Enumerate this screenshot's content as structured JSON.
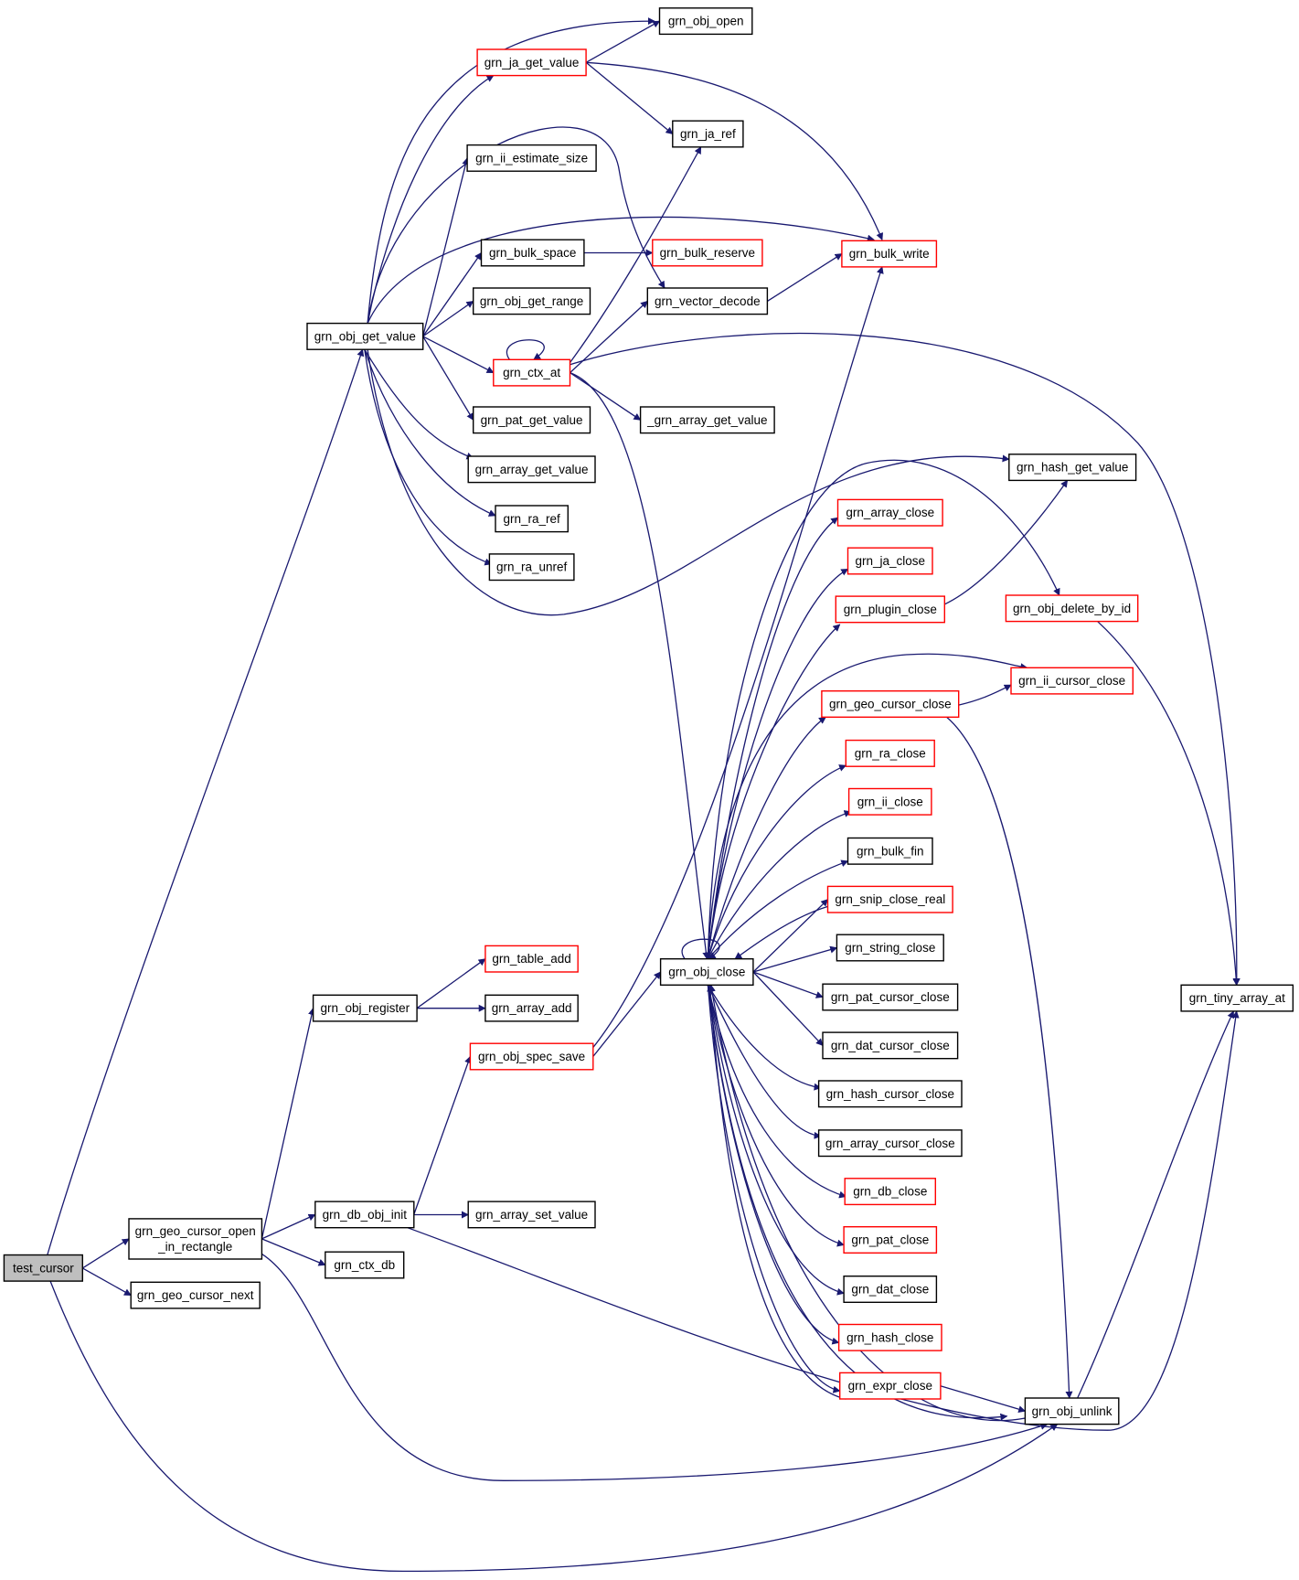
{
  "colors": {
    "edge": "#191970",
    "node_border": "#000000",
    "node_border_truncated": "#ff0000",
    "root_fill": "#bfbfbf",
    "text": "#000000"
  },
  "nodes": [
    {
      "id": "test_cursor",
      "label": "test_cursor",
      "kind": "root"
    },
    {
      "id": "geo_open",
      "label": "grn_geo_cursor_open",
      "label2": "_in_rectangle",
      "kind": "normal"
    },
    {
      "id": "geo_next",
      "label": "grn_geo_cursor_next",
      "kind": "normal"
    },
    {
      "id": "obj_get_value",
      "label": "grn_obj_get_value",
      "kind": "normal"
    },
    {
      "id": "obj_register",
      "label": "grn_obj_register",
      "kind": "normal"
    },
    {
      "id": "db_obj_init",
      "label": "grn_db_obj_init",
      "kind": "normal"
    },
    {
      "id": "ctx_db",
      "label": "grn_ctx_db",
      "kind": "normal"
    },
    {
      "id": "obj_open",
      "label": "grn_obj_open",
      "kind": "normal"
    },
    {
      "id": "ja_get_value",
      "label": "grn_ja_get_value",
      "kind": "truncated"
    },
    {
      "id": "ja_ref",
      "label": "grn_ja_ref",
      "kind": "normal"
    },
    {
      "id": "ii_estimate_size",
      "label": "grn_ii_estimate_size",
      "kind": "normal"
    },
    {
      "id": "bulk_space",
      "label": "grn_bulk_space",
      "kind": "normal"
    },
    {
      "id": "bulk_reserve",
      "label": "grn_bulk_reserve",
      "kind": "truncated"
    },
    {
      "id": "bulk_write",
      "label": "grn_bulk_write",
      "kind": "truncated"
    },
    {
      "id": "obj_get_range",
      "label": "grn_obj_get_range",
      "kind": "normal"
    },
    {
      "id": "vector_decode",
      "label": "grn_vector_decode",
      "kind": "normal"
    },
    {
      "id": "ctx_at",
      "label": "grn_ctx_at",
      "kind": "truncated"
    },
    {
      "id": "_array_get_value",
      "label": "_grn_array_get_value",
      "kind": "normal"
    },
    {
      "id": "pat_get_value",
      "label": "grn_pat_get_value",
      "kind": "normal"
    },
    {
      "id": "array_get_value",
      "label": "grn_array_get_value",
      "kind": "normal"
    },
    {
      "id": "ra_ref",
      "label": "grn_ra_ref",
      "kind": "normal"
    },
    {
      "id": "ra_unref",
      "label": "grn_ra_unref",
      "kind": "normal"
    },
    {
      "id": "hash_get_value",
      "label": "grn_hash_get_value",
      "kind": "normal"
    },
    {
      "id": "array_close",
      "label": "grn_array_close",
      "kind": "truncated"
    },
    {
      "id": "ja_close",
      "label": "grn_ja_close",
      "kind": "truncated"
    },
    {
      "id": "plugin_close",
      "label": "grn_plugin_close",
      "kind": "truncated"
    },
    {
      "id": "obj_delete_by_id",
      "label": "grn_obj_delete_by_id",
      "kind": "truncated"
    },
    {
      "id": "ii_cursor_close",
      "label": "grn_ii_cursor_close",
      "kind": "truncated"
    },
    {
      "id": "geo_cursor_close",
      "label": "grn_geo_cursor_close",
      "kind": "truncated"
    },
    {
      "id": "ra_close",
      "label": "grn_ra_close",
      "kind": "truncated"
    },
    {
      "id": "ii_close",
      "label": "grn_ii_close",
      "kind": "truncated"
    },
    {
      "id": "bulk_fin",
      "label": "grn_bulk_fin",
      "kind": "normal"
    },
    {
      "id": "snip_close_real",
      "label": "grn_snip_close_real",
      "kind": "truncated"
    },
    {
      "id": "string_close",
      "label": "grn_string_close",
      "kind": "normal"
    },
    {
      "id": "obj_close",
      "label": "grn_obj_close",
      "kind": "normal"
    },
    {
      "id": "table_add",
      "label": "grn_table_add",
      "kind": "truncated"
    },
    {
      "id": "array_add",
      "label": "grn_array_add",
      "kind": "normal"
    },
    {
      "id": "obj_spec_save",
      "label": "grn_obj_spec_save",
      "kind": "truncated"
    },
    {
      "id": "pat_cursor_close",
      "label": "grn_pat_cursor_close",
      "kind": "normal"
    },
    {
      "id": "dat_cursor_close",
      "label": "grn_dat_cursor_close",
      "kind": "normal"
    },
    {
      "id": "hash_cursor_close",
      "label": "grn_hash_cursor_close",
      "kind": "normal"
    },
    {
      "id": "array_cursor_close",
      "label": "grn_array_cursor_close",
      "kind": "normal"
    },
    {
      "id": "array_set_value",
      "label": "grn_array_set_value",
      "kind": "normal"
    },
    {
      "id": "db_close",
      "label": "grn_db_close",
      "kind": "truncated"
    },
    {
      "id": "pat_close",
      "label": "grn_pat_close",
      "kind": "truncated"
    },
    {
      "id": "dat_close",
      "label": "grn_dat_close",
      "kind": "normal"
    },
    {
      "id": "hash_close",
      "label": "grn_hash_close",
      "kind": "truncated"
    },
    {
      "id": "expr_close",
      "label": "grn_expr_close",
      "kind": "truncated"
    },
    {
      "id": "obj_unlink",
      "label": "grn_obj_unlink",
      "kind": "normal"
    },
    {
      "id": "tiny_array_at",
      "label": "grn_tiny_array_at",
      "kind": "normal"
    }
  ],
  "edges": [
    [
      "test_cursor",
      "geo_open"
    ],
    [
      "test_cursor",
      "geo_next"
    ],
    [
      "test_cursor",
      "obj_get_value"
    ],
    [
      "test_cursor",
      "obj_unlink"
    ],
    [
      "geo_open",
      "obj_register"
    ],
    [
      "geo_open",
      "db_obj_init"
    ],
    [
      "geo_open",
      "ctx_db"
    ],
    [
      "geo_open",
      "obj_unlink"
    ],
    [
      "obj_get_value",
      "obj_open"
    ],
    [
      "obj_get_value",
      "ja_get_value"
    ],
    [
      "obj_get_value",
      "ii_estimate_size"
    ],
    [
      "obj_get_value",
      "bulk_space"
    ],
    [
      "obj_get_value",
      "obj_get_range"
    ],
    [
      "obj_get_value",
      "ctx_at"
    ],
    [
      "obj_get_value",
      "pat_get_value"
    ],
    [
      "obj_get_value",
      "array_get_value"
    ],
    [
      "obj_get_value",
      "ra_ref"
    ],
    [
      "obj_get_value",
      "ra_unref"
    ],
    [
      "obj_get_value",
      "bulk_write"
    ],
    [
      "obj_get_value",
      "vector_decode"
    ],
    [
      "obj_get_value",
      "hash_get_value"
    ],
    [
      "ja_get_value",
      "obj_open"
    ],
    [
      "ja_get_value",
      "ja_ref"
    ],
    [
      "ja_get_value",
      "bulk_write"
    ],
    [
      "bulk_space",
      "bulk_reserve"
    ],
    [
      "vector_decode",
      "bulk_write"
    ],
    [
      "ctx_at",
      "ctx_at"
    ],
    [
      "ctx_at",
      "ja_ref"
    ],
    [
      "ctx_at",
      "vector_decode"
    ],
    [
      "ctx_at",
      "_array_get_value"
    ],
    [
      "ctx_at",
      "tiny_array_at"
    ],
    [
      "ctx_at",
      "obj_close"
    ],
    [
      "obj_register",
      "table_add"
    ],
    [
      "obj_register",
      "array_add"
    ],
    [
      "db_obj_init",
      "obj_spec_save"
    ],
    [
      "db_obj_init",
      "array_set_value"
    ],
    [
      "db_obj_init",
      "tiny_array_at"
    ],
    [
      "obj_spec_save",
      "obj_close"
    ],
    [
      "obj_spec_save",
      "bulk_write"
    ],
    [
      "obj_close",
      "obj_close"
    ],
    [
      "obj_close",
      "array_close"
    ],
    [
      "obj_close",
      "ja_close"
    ],
    [
      "obj_close",
      "plugin_close"
    ],
    [
      "obj_close",
      "obj_delete_by_id"
    ],
    [
      "obj_close",
      "ii_cursor_close"
    ],
    [
      "obj_close",
      "geo_cursor_close"
    ],
    [
      "obj_close",
      "ra_close"
    ],
    [
      "obj_close",
      "ii_close"
    ],
    [
      "obj_close",
      "bulk_fin"
    ],
    [
      "obj_close",
      "snip_close_real"
    ],
    [
      "obj_close",
      "string_close"
    ],
    [
      "obj_close",
      "pat_cursor_close"
    ],
    [
      "obj_close",
      "dat_cursor_close"
    ],
    [
      "obj_close",
      "hash_cursor_close"
    ],
    [
      "obj_close",
      "array_cursor_close"
    ],
    [
      "obj_close",
      "db_close"
    ],
    [
      "obj_close",
      "pat_close"
    ],
    [
      "obj_close",
      "dat_close"
    ],
    [
      "obj_close",
      "hash_close"
    ],
    [
      "obj_close",
      "expr_close"
    ],
    [
      "obj_close",
      "obj_unlink"
    ],
    [
      "plugin_close",
      "hash_get_value"
    ],
    [
      "geo_cursor_close",
      "ii_cursor_close"
    ],
    [
      "geo_cursor_close",
      "obj_unlink"
    ],
    [
      "snip_close_real",
      "obj_close"
    ],
    [
      "expr_close",
      "obj_unlink"
    ],
    [
      "expr_close",
      "obj_close"
    ],
    [
      "obj_unlink",
      "obj_close"
    ],
    [
      "obj_unlink",
      "tiny_array_at"
    ],
    [
      "obj_delete_by_id",
      "tiny_array_at"
    ]
  ]
}
